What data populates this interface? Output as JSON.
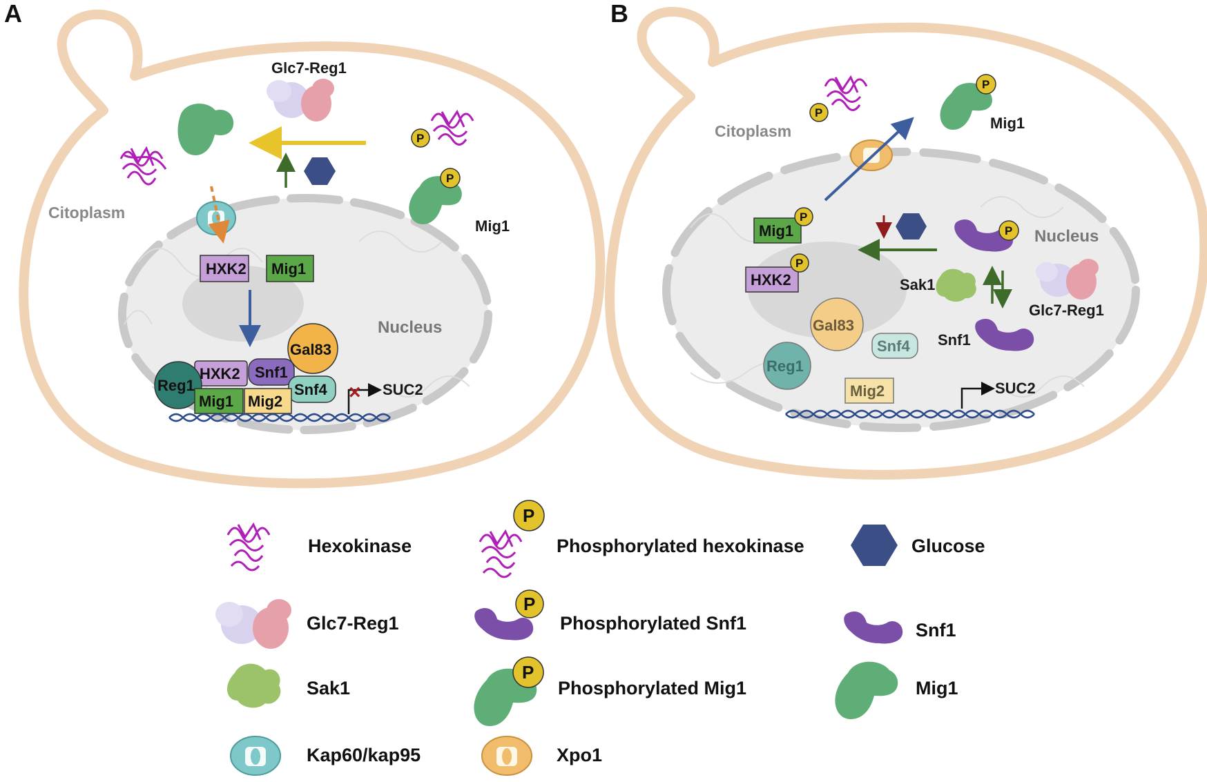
{
  "panels": {
    "a": {
      "letter": "A",
      "cytoplasm": "Citoplasm",
      "nucleus": "Nucleus",
      "glc7_reg1": "Glc7-Reg1",
      "mig1": "Mig1",
      "hxk2_box": "HXK2",
      "mig1_box": "Mig1",
      "complex": {
        "reg1": "Reg1",
        "hxk2": "HXK2",
        "snf1": "Snf1",
        "gal83": "Gal83",
        "snf4": "Snf4",
        "mig1": "Mig1",
        "mig2": "Mig2"
      },
      "suc2": "SUC2",
      "phospho": "P"
    },
    "b": {
      "letter": "B",
      "cytoplasm": "Citoplasm",
      "nucleus": "Nucleus",
      "mig1": "Mig1",
      "mig1_box": "Mig1",
      "hxk2_box": "HXK2",
      "sak1": "Sak1",
      "snf1": "Snf1",
      "glc7_reg1": "Glc7-Reg1",
      "gal83": "Gal83",
      "snf4": "Snf4",
      "reg1": "Reg1",
      "mig2": "Mig2",
      "suc2": "SUC2",
      "phospho": "P"
    }
  },
  "legend": {
    "items": [
      {
        "label": "Hexokinase"
      },
      {
        "label": "Phosphorylated hexokinase"
      },
      {
        "label": "Glucose"
      },
      {
        "label": "Glc7-Reg1"
      },
      {
        "label": "Phosphorylated Snf1"
      },
      {
        "label": "Snf1"
      },
      {
        "label": "Sak1"
      },
      {
        "label": "Phosphorylated Mig1"
      },
      {
        "label": "Mig1"
      },
      {
        "label": "Kap60/kap95"
      },
      {
        "label": "Xpo1"
      }
    ],
    "phospho": "P"
  },
  "colors": {
    "membrane": "#f0d3b4",
    "nucleus_fill": "#ececec",
    "nuclear_pore_segment": "#c9c9c9",
    "hexokinase": "#b01fb8",
    "glucose": "#3b4f86",
    "mig1": "#5fae78",
    "snf1": "#7b4fa8",
    "sak1": "#9cc26a",
    "glc7": "#d9d2ee",
    "reg1_blob": "#e6a0aa",
    "kap": "#7ec8c9",
    "xpo1": "#f1bd6c",
    "phospho": "#e3c32b",
    "arrow_blue": "#3c5e9e",
    "arrow_yellow": "#e8c42c",
    "arrow_green": "#3f6b2a",
    "arrow_red": "#8e1c1c",
    "dna": "#2c4b8a"
  }
}
